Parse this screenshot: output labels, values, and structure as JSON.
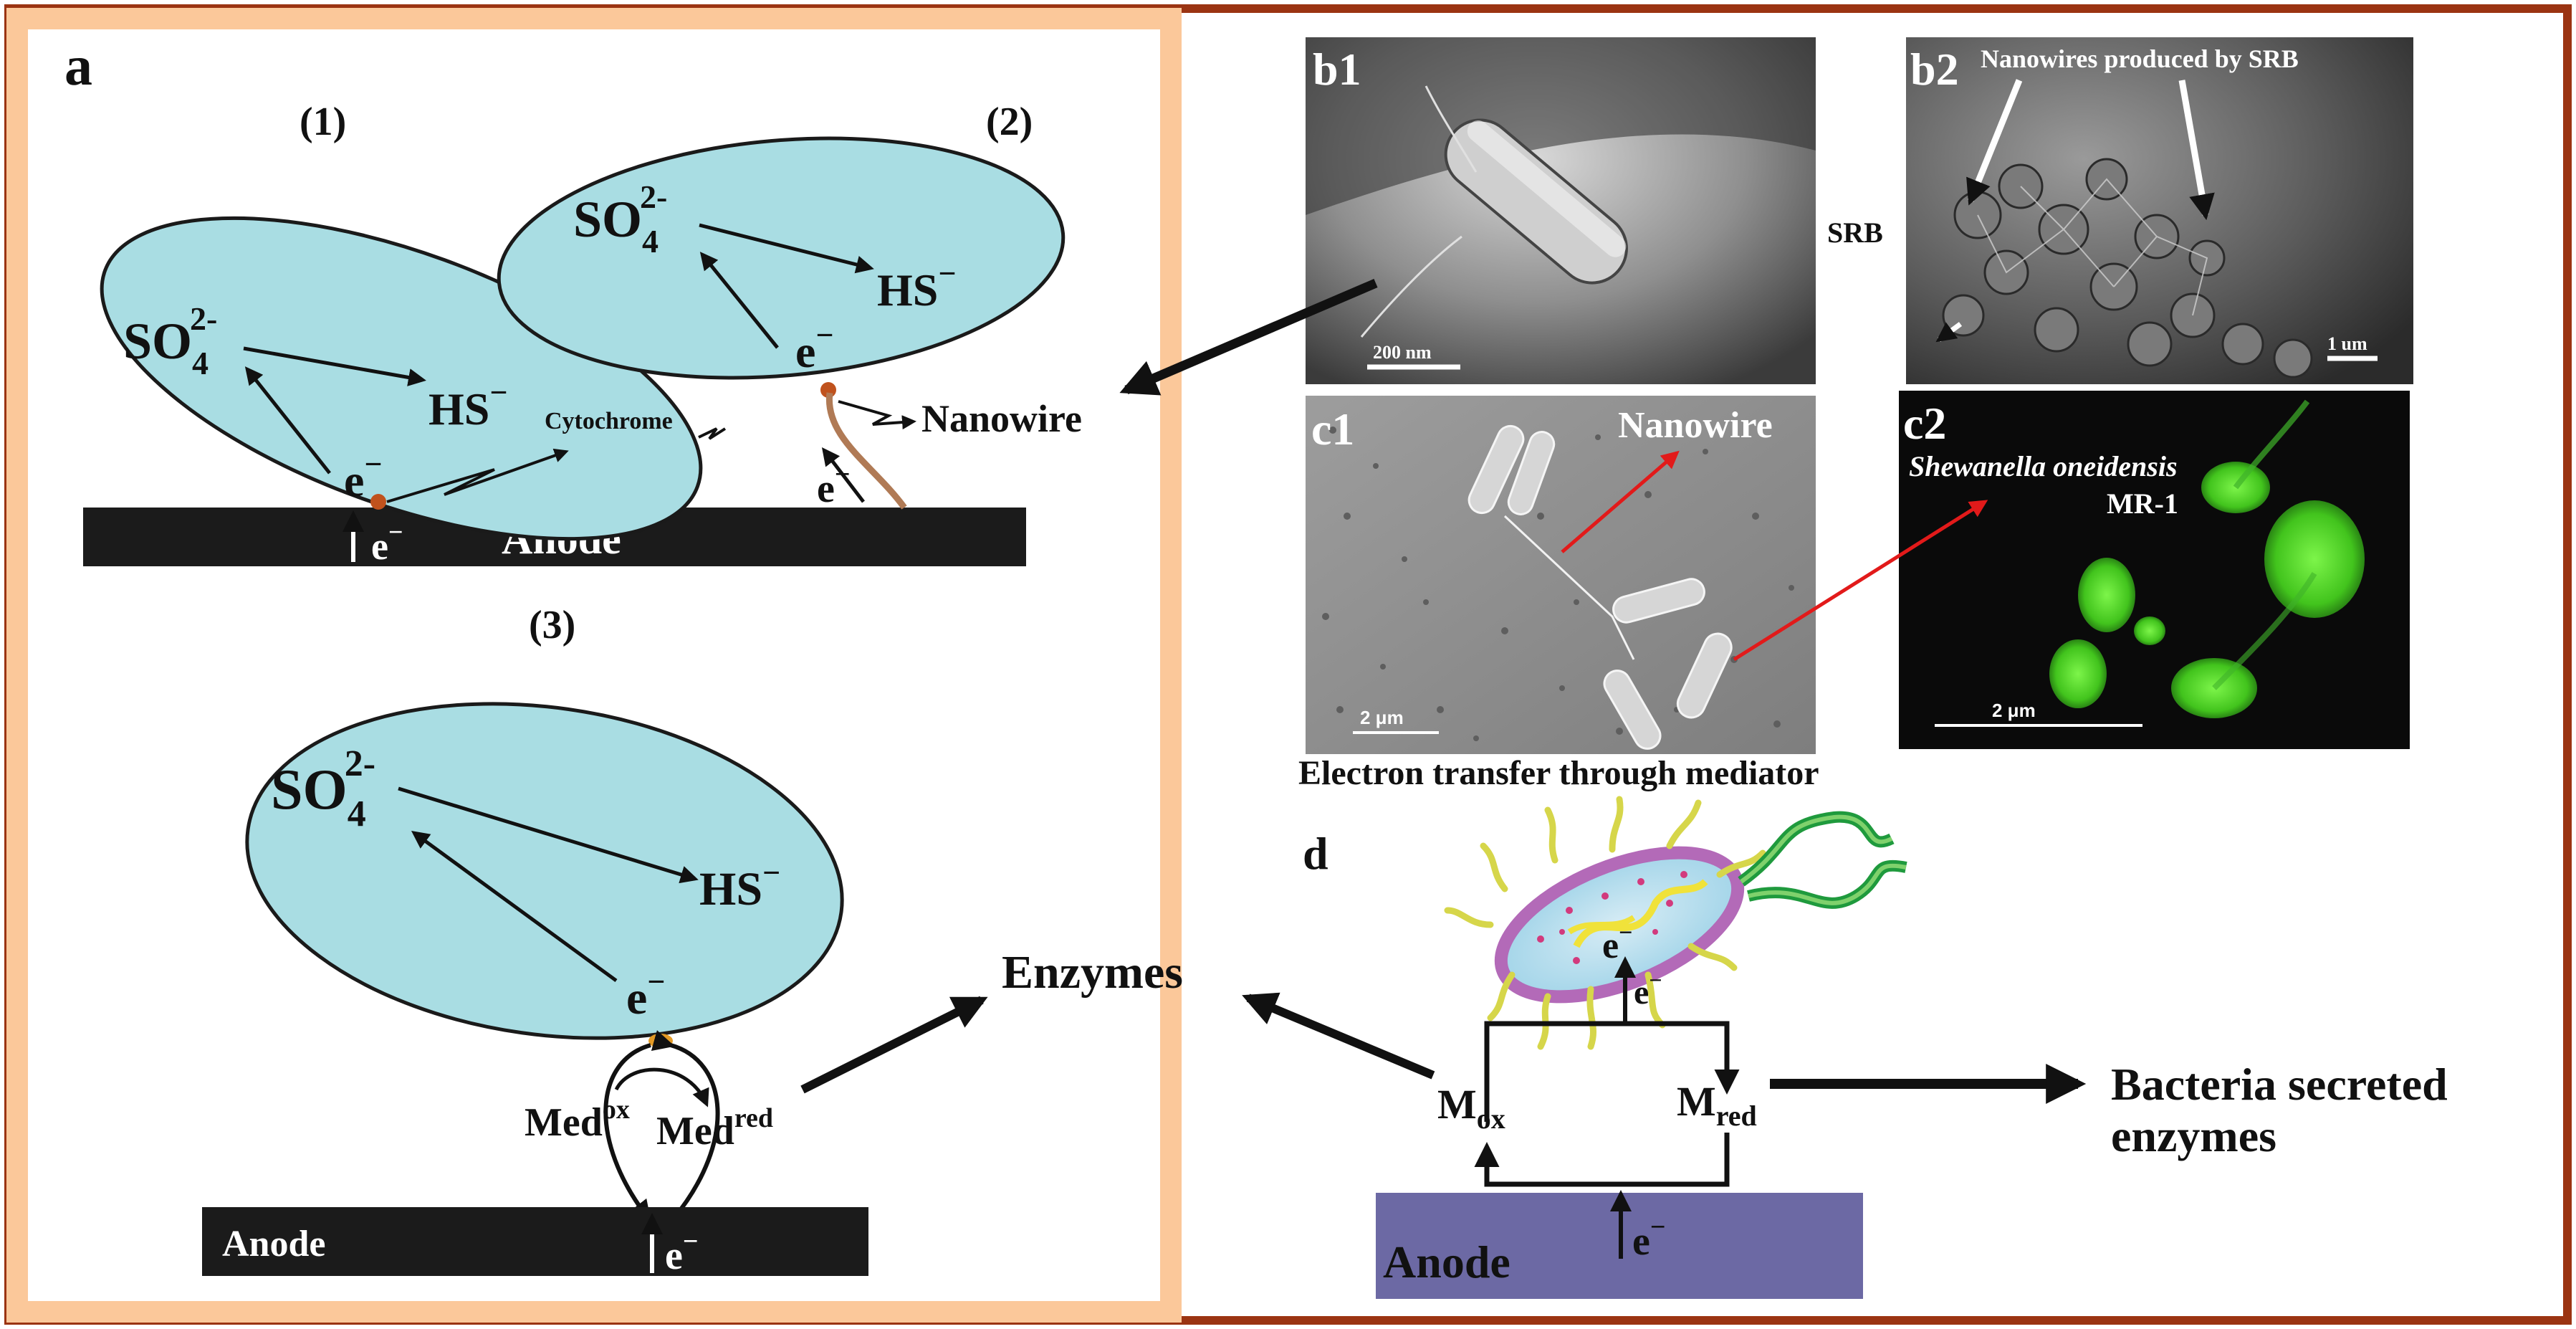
{
  "panel_a": {
    "label": "a",
    "sub1": "(1)",
    "sub2": "(2)",
    "sub3": "(3)",
    "so": "SO",
    "so_sub": "4",
    "so_sup": "2-",
    "hs": "HS",
    "hs_sup": "−",
    "e": "e",
    "e_sup": "−",
    "anode": "Anode",
    "cytochrome": "Cytochrome",
    "nanowire": "Nanowire",
    "med": "Med",
    "med_ox": "ox",
    "med_red": "red",
    "enzymes": "Enzymes"
  },
  "panel_b": {
    "b1": "b1",
    "b2": "b2",
    "b2_caption": "Nanowires produced by SRB",
    "srb": "SRB",
    "scale1": "200 nm",
    "scale2": "1 um"
  },
  "panel_c": {
    "c1": "c1",
    "c2": "c2",
    "nanowire": "Nanowire",
    "species_italic": "Shewanella oneidensis",
    "strain": "MR-1",
    "scale": "2 μm",
    "caption": "Electron transfer through mediator"
  },
  "panel_d": {
    "label": "d",
    "m": "M",
    "ox": "ox",
    "red": "red",
    "anode": "Anode",
    "e": "e",
    "e_sup": "−",
    "bacteria_line1": "Bacteria secreted",
    "bacteria_line2": "enzymes"
  },
  "colors": {
    "outer_border": "#9b3412",
    "panel_a_border": "#fbc89a",
    "cell_fill": "#a9dde3",
    "anode_a": "#1b1b1b",
    "anode_d": "#6c69a4",
    "sem_gray": "#8a8a8a",
    "fluor_green": "#5fe22c",
    "red_arrow": "#e21a1a",
    "nanowire_brown": "#b07a55"
  }
}
